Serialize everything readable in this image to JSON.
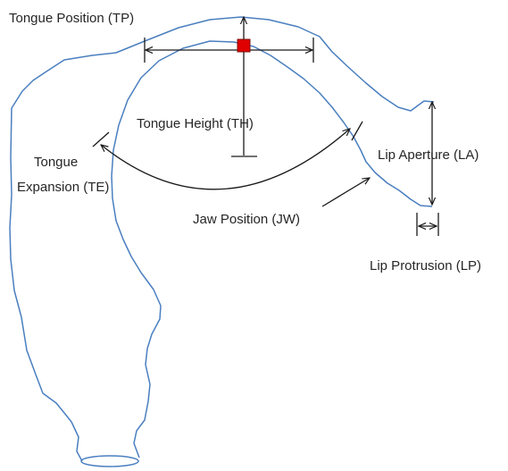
{
  "labels": {
    "tongue_position": "Tongue Position (TP)",
    "tongue_height": "Tongue Height (TH)",
    "tongue_expansion_line1": "Tongue",
    "tongue_expansion_line2": "Expansion  (TE)",
    "lip_aperture": "Lip Aperture (LA)",
    "jaw_position": "Jaw Position (JW)",
    "lip_protrusion": "Lip Protrusion (LP)"
  },
  "colors": {
    "vocal_tract_outline": "#4a7fbf",
    "measurement_lines": "#1a1a1a",
    "tongue_position_marker": "#e00000",
    "label_text": "#262626"
  }
}
